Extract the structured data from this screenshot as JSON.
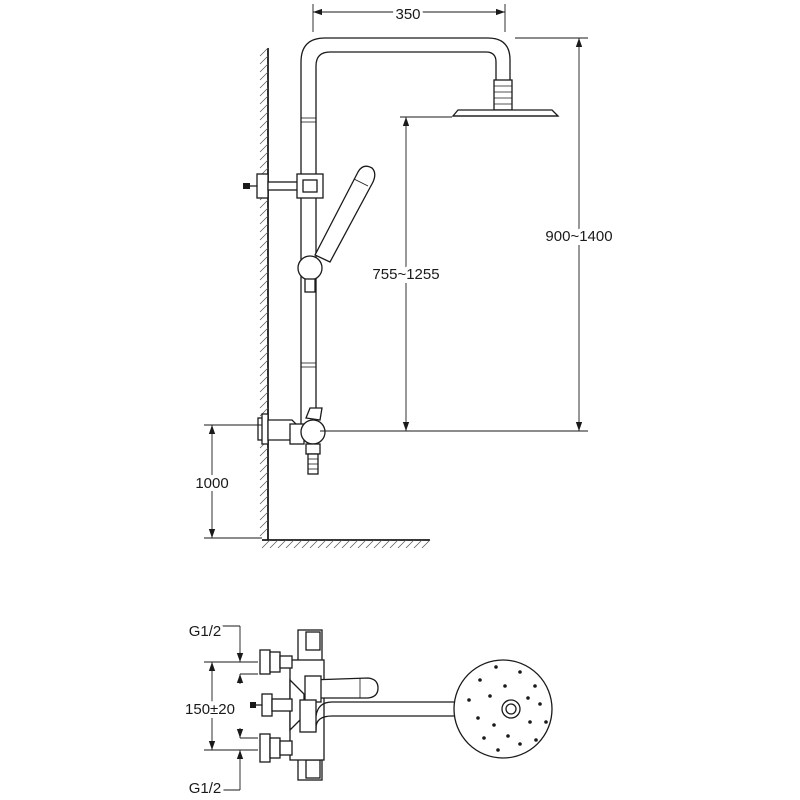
{
  "dimensions": {
    "arm_reach": "350",
    "column_height": "900~1400",
    "slide_range": "755~1255",
    "mount_height": "1000",
    "thread_top": "G1/2",
    "inlet_spacing": "150±20",
    "thread_bottom": "G1/2"
  }
}
